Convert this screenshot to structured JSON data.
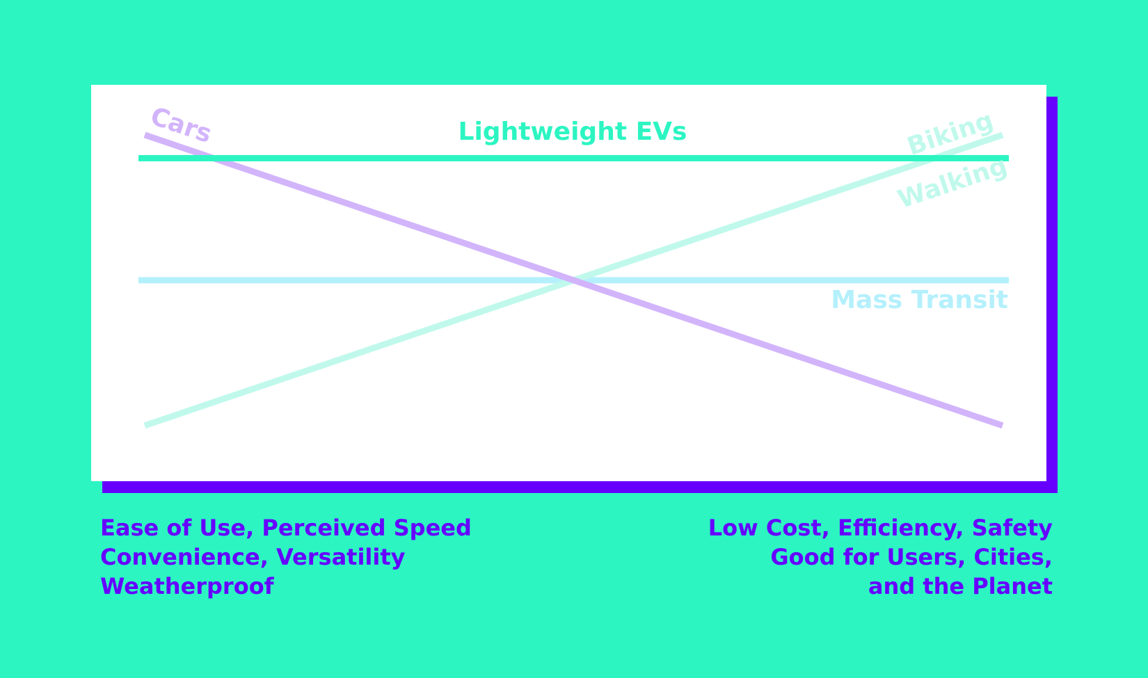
{
  "colors": {
    "background": "#2cf5c2",
    "panel": "#ffffff",
    "shadow": "#6600ff",
    "caption_text": "#6600ff"
  },
  "chart_data": {
    "type": "line",
    "title": "",
    "xlabel": "",
    "ylabel": "",
    "x": [
      0,
      1
    ],
    "xlim": [
      0,
      1
    ],
    "ylim": [
      0,
      1
    ],
    "grid": false,
    "series": [
      {
        "name": "Lightweight EVs",
        "values": [
          0.92,
          0.92
        ],
        "color": "#2cf5c2"
      },
      {
        "name": "Cars",
        "values": [
          1.0,
          0.0
        ],
        "color": "#d2b4fb"
      },
      {
        "name": "Biking",
        "values": [
          0.0,
          1.0
        ],
        "color": "#c0f9ec"
      },
      {
        "name": "Walking",
        "values": [
          0.0,
          1.0
        ],
        "color": "#c0f9ec"
      },
      {
        "name": "Mass Transit",
        "values": [
          0.5,
          0.5
        ],
        "color": "#b4f0fc"
      }
    ]
  },
  "captions": {
    "left": [
      "Ease of Use, Perceived Speed",
      "Convenience, Versatility",
      "Weatherproof"
    ],
    "right": [
      "Low Cost, Efficiency, Safety",
      "Good for Users, Cities,",
      "and the Planet"
    ]
  }
}
